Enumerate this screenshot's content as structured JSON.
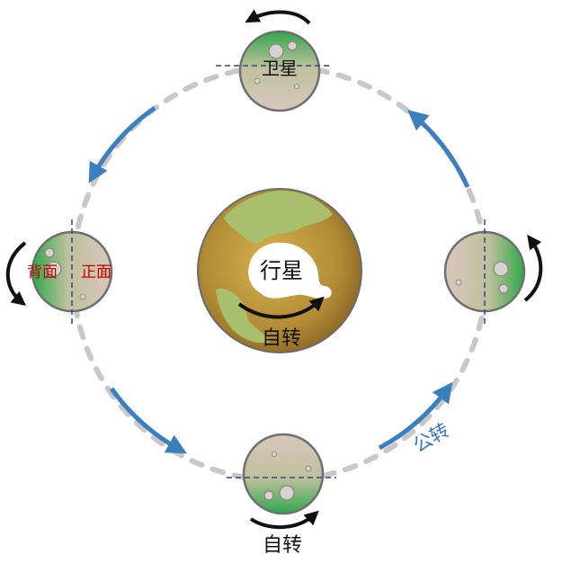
{
  "labels": {
    "satellite": "卫星",
    "planet": "行星",
    "planet_rotation": "自转",
    "bottom_rotation": "自转",
    "back_side": "背面",
    "front_side": "正面",
    "revolution": "公转"
  },
  "colors": {
    "orbit": "#c8c8c8",
    "orbit_arrow": "#3c7fc0",
    "rotation_arrow": "#111111",
    "label_red": "#c00000",
    "label_blue": "#3c74b4",
    "moon_near": "#2ea84c",
    "moon_far": "#d8c4b8",
    "planet_base": "#a97d2c",
    "planet_land": "#a8c06c"
  }
}
